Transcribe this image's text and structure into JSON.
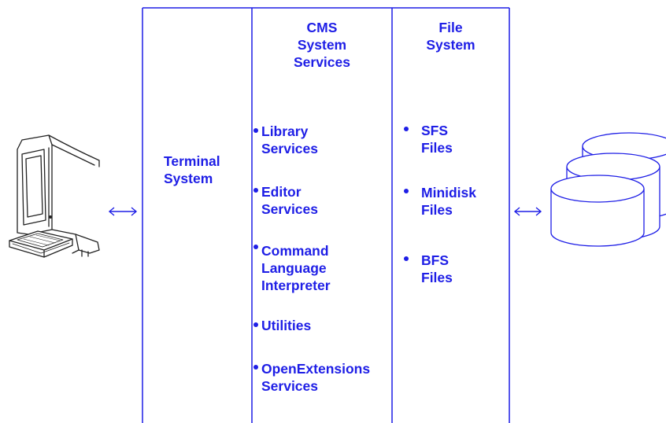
{
  "diagram": {
    "colors": {
      "accent": "#1e1ee6",
      "ink": "#222222",
      "background": "#ffffff"
    },
    "columns": {
      "terminal": {
        "label": "Terminal\nSystem"
      },
      "cms": {
        "header": "CMS\nSystem\nServices",
        "items": [
          "Library\nServices",
          "Editor\nServices",
          "Command\nLanguage\nInterpreter",
          "Utilities",
          "OpenExtensions\nServices"
        ]
      },
      "file_system": {
        "header": "File\nSystem",
        "items": [
          "SFS\nFiles",
          "Minidisk\nFiles",
          "BFS\nFiles"
        ]
      }
    },
    "icons": {
      "terminal": "computer-terminal-icon",
      "storage": "disk-storage-icon",
      "arrows": "bidirectional-arrow-icon"
    }
  }
}
